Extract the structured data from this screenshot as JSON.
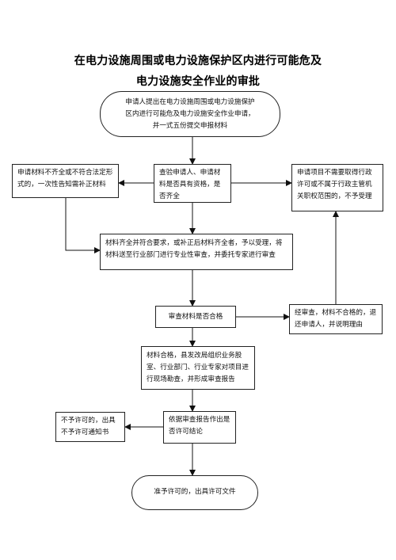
{
  "title": {
    "line1": "在电力设施周围或电力设施保护区内进行可能危及",
    "line2": "电力设施安全作业的审批"
  },
  "nodes": {
    "start": "申请人提出在电力设施周围或电力设施保护区内进行可能危及电力设施安全作业申请，并一式五份提交申报材料",
    "check": "查验申请人、申请材料是否具有资格，是否齐全",
    "left_incomplete": "申请材料不齐全或不符合法定形式的，一次性告知需补正材料",
    "right_not_scope": "申请项目不需要取得行政许可或不属于行政主管机关职权范围的，不予受理",
    "accept": "材料齐全并符合要求，或补正后材料齐全者，予以受理，将材料送至行业部门进行专业性审查，并委托专家进行审查",
    "review": "审查材料是否合格",
    "reject_unqualified": "经审查，材料不合格的，退还申请人，并说明理由",
    "site_survey": "材料合格，县发改局组织业务股室、行业部门、行业专家对项目进行现场勘查，并形成审查报告",
    "decision": "依据审查报告作出是否许可结论",
    "deny": "不予许可的，出具不予许可通知书",
    "grant": "准予许可的，出具许可文件"
  }
}
